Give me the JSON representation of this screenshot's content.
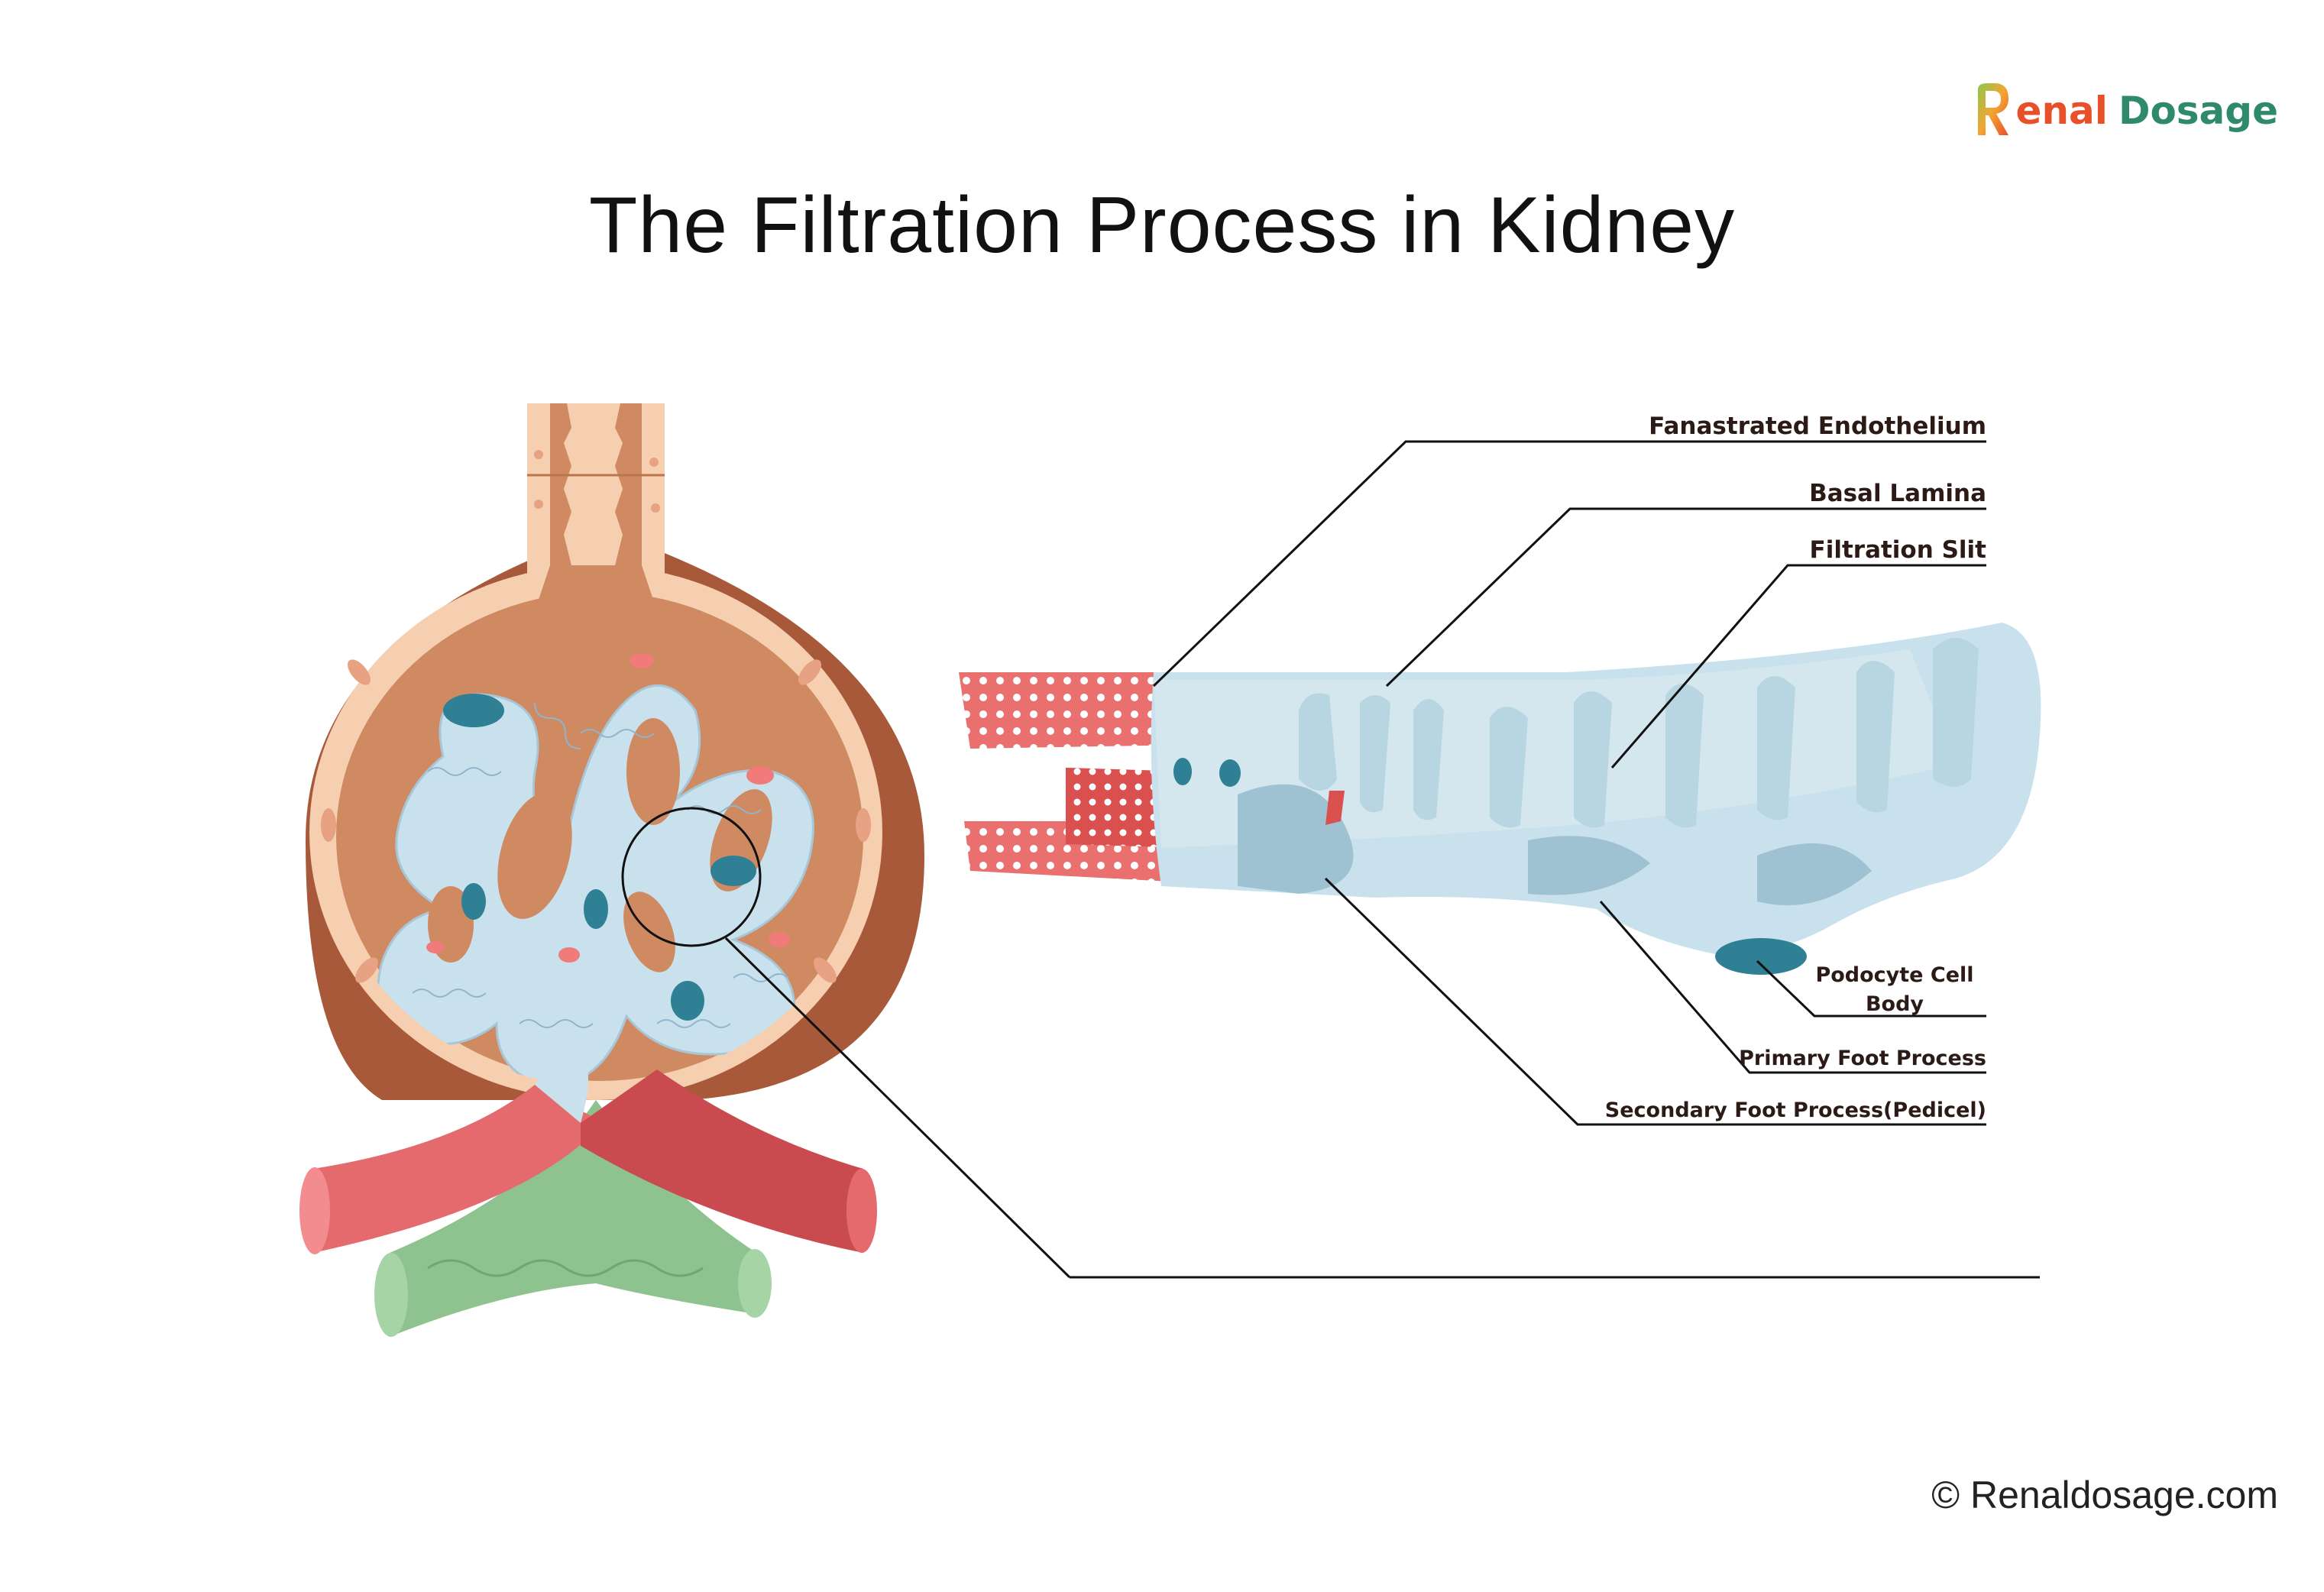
{
  "title": "The Filtration Process in Kidney",
  "brand": {
    "first": "enal",
    "second": "Dosage",
    "initial": "R"
  },
  "copyright": "© Renaldosage.com",
  "labels": {
    "fenestrated_endothelium": "Fanastrated Endothelium",
    "basal_lamina": "Basal Lamina",
    "filtration_slit": "Filtration Slit",
    "podocyte_cell_body": "Podocyte Cell Body",
    "primary_foot_process": "Primary Foot Process",
    "secondary_foot_process": "Secondary Foot Process(Pedicel)"
  },
  "colors": {
    "capsule_outer": "#a8593a",
    "capsule_mid": "#d08a62",
    "capsule_light": "#f6cfb0",
    "capillary": "#c9e1ec",
    "capillary_line": "#8fb5cc",
    "nucleus": "#2f7f95",
    "artery": "#e46a6e",
    "artery_dark": "#c94a4f",
    "vein": "#8ec28f",
    "podocyte": "#b8d6e2",
    "brand_orange": "#e8502a",
    "brand_green": "#2e8a6a"
  }
}
